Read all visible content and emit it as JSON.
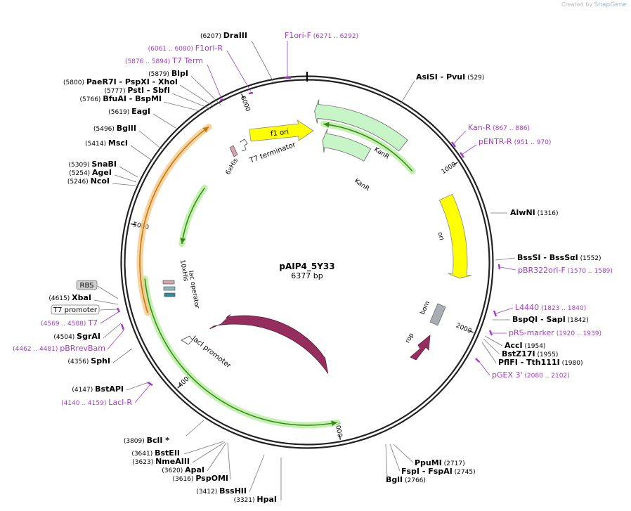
{
  "watermark": {
    "prefix": "Created by",
    "brand": "SnapGene"
  },
  "plasmid": {
    "name": "pAIP4_5Y33",
    "length": "6377 bp",
    "total_bp": 6377
  },
  "colors": {
    "backbone": "#222222",
    "enzyme_label": "#000000",
    "primer": "#a03cc8",
    "feature_kanr": "#c8f5c8",
    "feature_ori": "#ffff00",
    "feature_laci": "#952d5e",
    "feature_rop": "#952d5e",
    "feature_bom": "#a8aeb4",
    "orf_arrow": "#3c8a1e",
    "orf_glow_green": "#b4ee9c",
    "orf_glow_orange": "#f8c884",
    "orf_arrow_orange": "#c07814"
  },
  "ticks": [
    {
      "bp": 1000,
      "label": "1000"
    },
    {
      "bp": 2000,
      "label": "2000"
    },
    {
      "bp": 3000,
      "label": "3000"
    },
    {
      "bp": 4000,
      "label": "4000"
    },
    {
      "bp": 5000,
      "label": "5000"
    },
    {
      "bp": 6000,
      "label": "6000"
    }
  ],
  "features": [
    {
      "id": "kanr-outer",
      "label": "KanR",
      "type": "arrow",
      "start": 50,
      "end": 700,
      "color": "#c8f5c8"
    },
    {
      "id": "kanr-inner",
      "label": "KanR",
      "type": "arrow",
      "start": 150,
      "end": 520,
      "color": "#c8f5c8"
    },
    {
      "id": "ori",
      "label": "ori",
      "type": "arrow",
      "start": 1150,
      "end": 1700,
      "color": "#ffff00"
    },
    {
      "id": "laci",
      "label": "lacI",
      "type": "arrow",
      "start": 3050,
      "end": 4150,
      "color": "#952d5e"
    },
    {
      "id": "f1ori",
      "label": "f1 ori",
      "type": "arrow",
      "start": 5960,
      "end": 6300,
      "color": "#ffff00"
    },
    {
      "id": "rop",
      "label": "rop",
      "type": "arrow",
      "start": 2320,
      "end": 2460,
      "color": "#952d5e"
    },
    {
      "id": "bom",
      "label": "bom",
      "type": "box",
      "start": 2010,
      "end": 2100,
      "color": "#a8aeb4"
    },
    {
      "id": "laci-promoter",
      "label": "lacI promoter",
      "type": "promoter"
    },
    {
      "id": "t7-terminator",
      "label": "T7 terminator",
      "type": "terminator"
    },
    {
      "id": "his6",
      "label": "6xHis",
      "type": "tag"
    },
    {
      "id": "his10",
      "label": "10xHis",
      "type": "tag"
    },
    {
      "id": "lac-operator",
      "label": "lac operator",
      "type": "operator"
    }
  ],
  "orf_arrows": [
    {
      "id": "orf-kan",
      "start": 870,
      "end": 120,
      "glow": "#b4ee9c",
      "line": "#3c8a1e"
    },
    {
      "id": "orf-laci",
      "start": 4680,
      "end": 3000,
      "glow": "#b4ee9c",
      "line": "#3c8a1e"
    },
    {
      "id": "orf-left",
      "start": 5420,
      "end": 4930,
      "glow": "#b4ee9c",
      "line": "#3c8a1e"
    },
    {
      "id": "orf-orange",
      "start": 4470,
      "end": 5740,
      "glow": "#f8c884",
      "line": "#c07814"
    }
  ],
  "primers": [
    {
      "id": "f1ori-f",
      "name": "F1ori-F",
      "range": "(6271 .. 6292)"
    },
    {
      "id": "f1ori-r",
      "name": "F1ori-R",
      "range": "(6061 .. 6080)"
    },
    {
      "id": "t7-term",
      "name": "T7 Term",
      "range": "(5876 .. 5894)"
    },
    {
      "id": "kan-r",
      "name": "Kan-R",
      "range": "(867 .. 886)"
    },
    {
      "id": "pentr-r",
      "name": "pENTR-R",
      "range": "(951 .. 970)"
    },
    {
      "id": "pbr322ori-f",
      "name": "pBR322ori-F",
      "range": "(1570 .. 1589)"
    },
    {
      "id": "l4440",
      "name": "L4440",
      "range": "(1823 .. 1840)"
    },
    {
      "id": "prs-marker",
      "name": "pRS-marker",
      "range": "(1920 .. 1939)"
    },
    {
      "id": "pgex3",
      "name": "pGEX 3'",
      "range": "(2080 .. 2102)"
    },
    {
      "id": "laci-r",
      "name": "LacI-R",
      "range": "(4140 .. 4159)"
    },
    {
      "id": "pbrrevbam",
      "name": "pBRrevBam",
      "range": "(4462 .. 4481)"
    },
    {
      "id": "t7",
      "name": "T7",
      "range": "(4569 .. 4588)"
    }
  ],
  "enzymes": [
    {
      "id": "draiii",
      "name": "DraIII",
      "pos": "(6207)"
    },
    {
      "id": "blpi",
      "name": "BlpI",
      "pos": "(5879)"
    },
    {
      "id": "paer7i",
      "name": "PaeR7I - PspXI - XhoI",
      "pos": "(5800)"
    },
    {
      "id": "psti",
      "name": "PstI - SbfI",
      "pos": "(5777)"
    },
    {
      "id": "bfuai",
      "name": "BfuAI - BspMI",
      "pos": "(5766)"
    },
    {
      "id": "eagi",
      "name": "EagI",
      "pos": "(5619)"
    },
    {
      "id": "bglii",
      "name": "BglII",
      "pos": "(5496)"
    },
    {
      "id": "msci",
      "name": "MscI",
      "pos": "(5414)"
    },
    {
      "id": "snabi",
      "name": "SnaBI",
      "pos": "(5309)"
    },
    {
      "id": "agei",
      "name": "AgeI",
      "pos": "(5254)"
    },
    {
      "id": "ncoi",
      "name": "NcoI",
      "pos": "(5246)"
    },
    {
      "id": "xbai",
      "name": "XbaI",
      "pos": "(4615)"
    },
    {
      "id": "sgrai",
      "name": "SgrAI",
      "pos": "(4504)"
    },
    {
      "id": "sphi",
      "name": "SphI",
      "pos": "(4356)"
    },
    {
      "id": "bstapi",
      "name": "BstAPI",
      "pos": "(4147)"
    },
    {
      "id": "bcli",
      "name": "BclI *",
      "pos": "(3809)"
    },
    {
      "id": "bsteii",
      "name": "BstEII",
      "pos": "(3641)"
    },
    {
      "id": "nmeaiii",
      "name": "NmeAIII",
      "pos": "(3623)"
    },
    {
      "id": "apai",
      "name": "ApaI",
      "pos": "(3620)"
    },
    {
      "id": "pspomi",
      "name": "PspOMI",
      "pos": "(3616)"
    },
    {
      "id": "bsshii",
      "name": "BssHII",
      "pos": "(3412)"
    },
    {
      "id": "hpai",
      "name": "HpaI",
      "pos": "(3321)"
    },
    {
      "id": "asisi",
      "name": "AsiSI - PvuI",
      "pos": "(529)"
    },
    {
      "id": "alwni",
      "name": "AlwNI",
      "pos": "(1316)"
    },
    {
      "id": "bsssi",
      "name": "BssSI - BssSαI",
      "pos": "(1552)"
    },
    {
      "id": "bspqi",
      "name": "BspQI - SapI",
      "pos": "(1842)"
    },
    {
      "id": "acci",
      "name": "AccI",
      "pos": "(1954)"
    },
    {
      "id": "bstz17i",
      "name": "BstZ17I",
      "pos": "(1955)"
    },
    {
      "id": "pflfi",
      "name": "PflFI - Tth111I",
      "pos": "(1980)"
    },
    {
      "id": "ppumi",
      "name": "PpuMI",
      "pos": "(2717)"
    },
    {
      "id": "fspi",
      "name": "FspI - FspAI",
      "pos": "(2745)"
    },
    {
      "id": "bgli",
      "name": "BglI",
      "pos": "(2766)"
    }
  ],
  "boxed_features": [
    {
      "id": "rbs",
      "name": "RBS",
      "style": "gray"
    },
    {
      "id": "t7-promoter",
      "name": "T7 promoter",
      "style": "white"
    }
  ]
}
